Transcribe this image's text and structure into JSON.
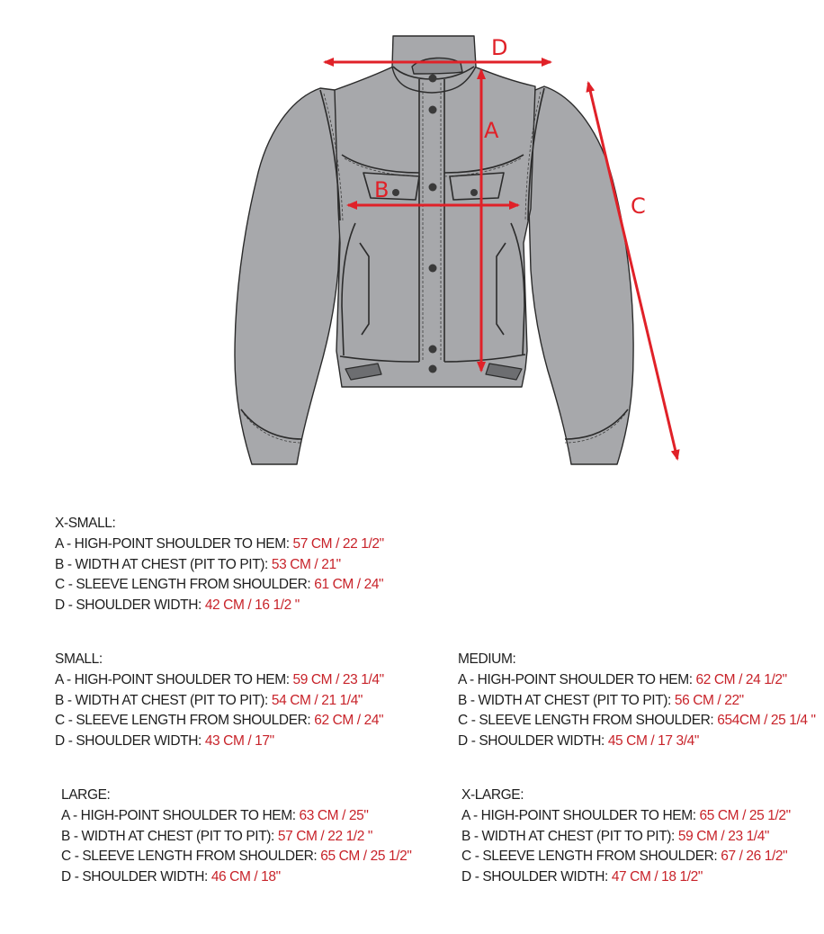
{
  "diagram": {
    "labels": {
      "a": "A",
      "b": "B",
      "c": "C",
      "d": "D"
    },
    "colors": {
      "measure": "#e02128",
      "jacket_fill": "#a7a8ab",
      "seam": "#2b2b2b",
      "value_text": "#c8232a",
      "body_text": "#1e1e1e"
    }
  },
  "sizes": {
    "xs": {
      "title": "X-SMALL:",
      "rows": [
        {
          "label": "A - HIGH-POINT SHOULDER TO HEM: ",
          "value": "57 CM  /  22 1/2\""
        },
        {
          "label": "B - WIDTH AT CHEST (PIT TO PIT): ",
          "value": "53 CM  /  21\""
        },
        {
          "label": "C - SLEEVE LENGTH FROM SHOULDER: ",
          "value": "61 CM  /  24\""
        },
        {
          "label": "D - SHOULDER WIDTH: ",
          "value": "42 CM  /  16 1/2 \""
        }
      ]
    },
    "s": {
      "title": "SMALL:",
      "rows": [
        {
          "label": "A - HIGH-POINT SHOULDER TO HEM: ",
          "value": "59 CM  /  23 1/4\""
        },
        {
          "label": "B - WIDTH AT CHEST (PIT TO PIT): ",
          "value": "54 CM  /  21 1/4\""
        },
        {
          "label": "C - SLEEVE LENGTH FROM SHOULDER: ",
          "value": "62 CM  /  24\""
        },
        {
          "label": "D - SHOULDER WIDTH: ",
          "value": "43 CM  /  17\""
        }
      ]
    },
    "m": {
      "title": "MEDIUM:",
      "rows": [
        {
          "label": "A - HIGH-POINT SHOULDER TO HEM: ",
          "value": "62 CM  /  24 1/2\""
        },
        {
          "label": "B - WIDTH AT CHEST (PIT TO PIT): ",
          "value": "56 CM  /  22\""
        },
        {
          "label": "C - SLEEVE LENGTH FROM SHOULDER: ",
          "value": "654CM  /  25 1/4 \""
        },
        {
          "label": "D - SHOULDER WIDTH: ",
          "value": "45 CM  /  17 3/4\""
        }
      ]
    },
    "l": {
      "title": "LARGE:",
      "rows": [
        {
          "label": "A - HIGH-POINT SHOULDER TO HEM: ",
          "value": "63 CM  /  25\""
        },
        {
          "label": "B - WIDTH AT CHEST (PIT TO PIT): ",
          "value": "57 CM  /  22 1/2 \""
        },
        {
          "label": "C - SLEEVE LENGTH FROM SHOULDER: ",
          "value": "65 CM  /  25 1/2\""
        },
        {
          "label": "D - SHOULDER WIDTH: ",
          "value": "46 CM  /  18\""
        }
      ]
    },
    "xl": {
      "title": "X-LARGE:",
      "rows": [
        {
          "label": "A - HIGH-POINT SHOULDER TO HEM: ",
          "value": "65 CM  /  25 1/2\""
        },
        {
          "label": "B - WIDTH AT CHEST (PIT TO PIT): ",
          "value": "59 CM  /  23 1/4\""
        },
        {
          "label": "C - SLEEVE LENGTH FROM SHOULDER: ",
          "value": "67  /  26 1/2\""
        },
        {
          "label": "D - SHOULDER WIDTH: ",
          "value": "47 CM  /   18 1/2\""
        }
      ]
    }
  }
}
